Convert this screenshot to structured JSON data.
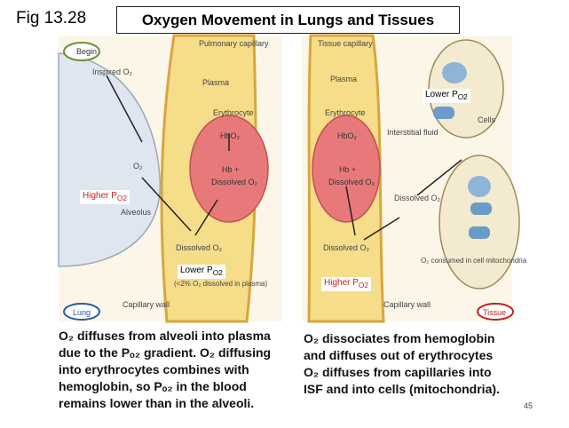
{
  "fig_label": "Fig 13.28",
  "title": "Oxygen Movement in Lungs and Tissues",
  "lung": {
    "begin": "Begin",
    "pulmonary_capillary": "Pulmonary capillary",
    "inspired_o2": "Inspired O₂",
    "plasma": "Plasma",
    "erythrocyte": "Erythrocyte",
    "hbo2": "HbO₂",
    "hb_plus": "Hb +",
    "dissolved_o2_in_rbc": "Dissolved O₂",
    "o2": "O₂",
    "alveolus": "Alveolus",
    "dissolved_o2": "Dissolved O₂",
    "less_than_2pct": "(<2% O₂ dissolved in plasma)",
    "capillary_wall": "Capillary wall",
    "lung_badge": "Lung"
  },
  "tissue": {
    "tissue_capillary": "Tissue capillary",
    "plasma": "Plasma",
    "erythrocyte": "Erythrocyte",
    "hbo2": "HbO₂",
    "hb_plus": "Hb +",
    "dissolved_o2_in_rbc": "Dissolved O₂",
    "dissolved_o2_plasma": "Dissolved O₂",
    "interstitial_fluid": "Interstitial fluid",
    "cells": "Cells",
    "dissolved_o2_isf": "Dissolved O₂",
    "o2_consumed": "O₂ consumed in cell mitochondria",
    "capillary_wall": "Capillary wall",
    "tissue_badge": "Tissue"
  },
  "overlays": {
    "lower_po2_tissue": "Lower P",
    "higher_po2_lung": "Higher P",
    "lower_po2_lung": "Lower P",
    "higher_po2_tissue": "Higher P",
    "sub": "O2"
  },
  "captions": {
    "left": [
      "O₂ diffuses from alveoli into plasma",
      "due to the Pₒ₂ gradient. O₂ diffusing",
      "into erythrocytes combines with",
      "hemoglobin, so Pₒ₂ in the blood",
      "remains lower than in the alveoli."
    ],
    "right": [
      "O₂ dissociates from hemoglobin",
      "and diffuses out of erythrocytes",
      "O₂ diffuses from capillaries into",
      "ISF and into cells (mitochondria)."
    ]
  },
  "page_number": "45",
  "colors": {
    "capillary": "#f5dd8a",
    "capillary_edge": "#d8a63e",
    "erythrocyte": "#e8797a",
    "alveolus": "#dfe6ef",
    "cell": "#f4ead0",
    "nucleus": "#8fb4d8",
    "mito": "#6a9cc9",
    "badge_lung": "#2a5aa8",
    "badge_tissue": "#c02020"
  }
}
